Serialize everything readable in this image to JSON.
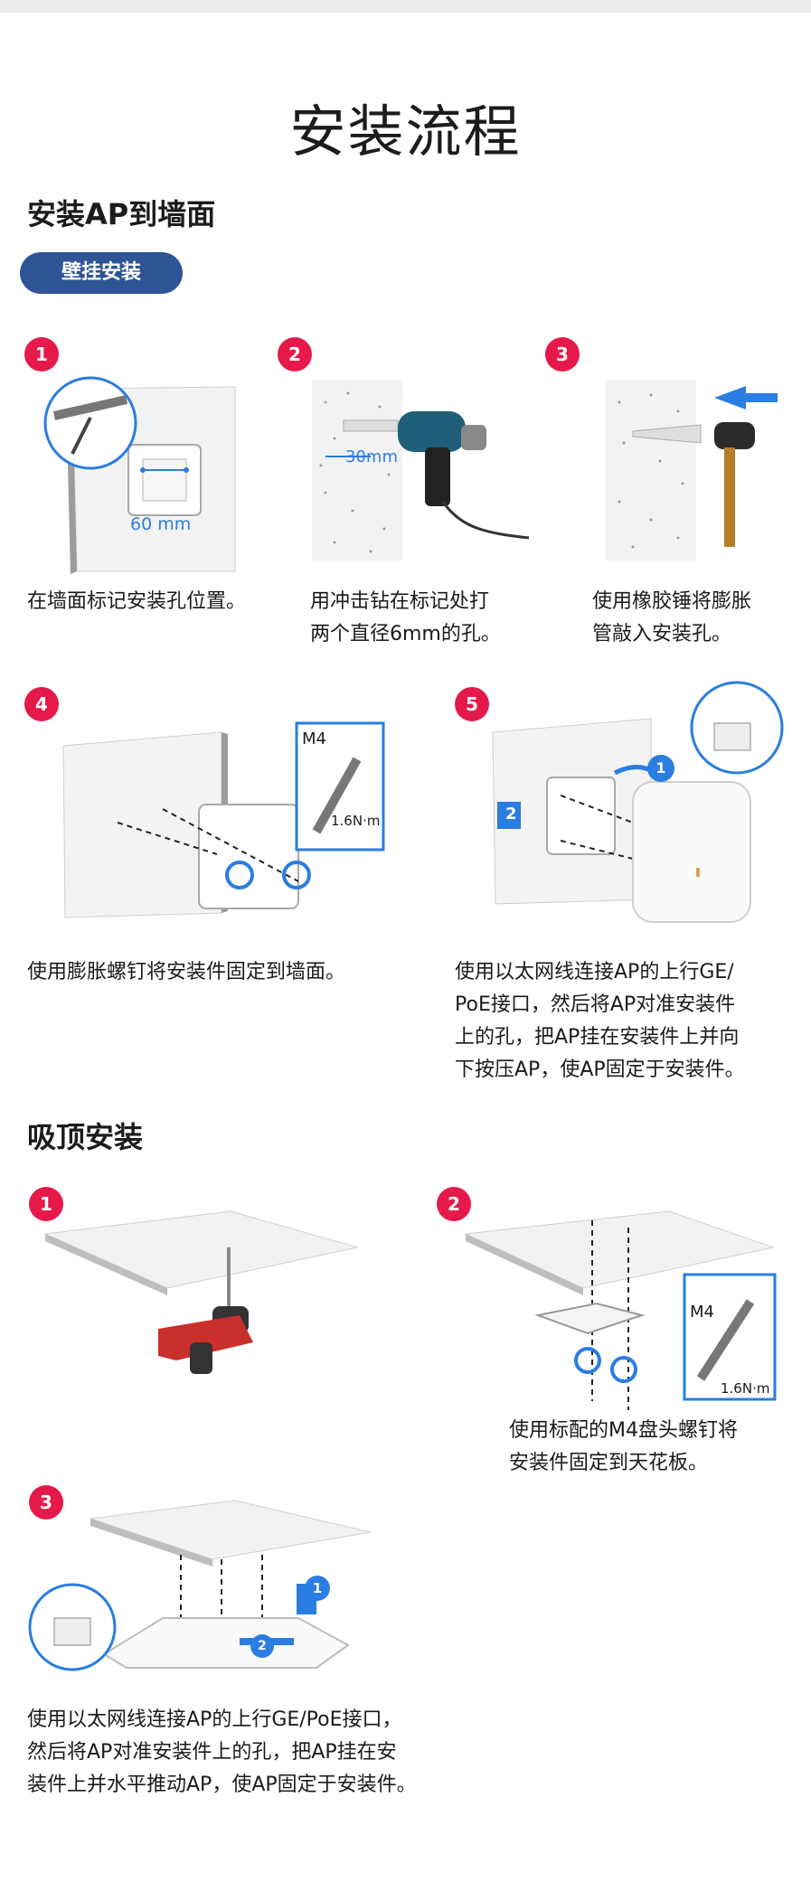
{
  "page": {
    "title": "安装流程"
  },
  "wall_section": {
    "title": "安装AP到墙面",
    "tag": "壁挂安装",
    "steps": [
      {
        "num": "1",
        "caption": "在墙面标记安装孔位置。",
        "label": "60 mm"
      },
      {
        "num": "2",
        "caption_lines": [
          "用冲击钻在标记处打",
          "两个直径6mm的孔。"
        ],
        "label": "30mm"
      },
      {
        "num": "3",
        "caption_lines": [
          "使用橡胶锤将膨胀",
          "管敲入安装孔。"
        ]
      },
      {
        "num": "4",
        "caption": "使用膨胀螺钉将安装件固定到墙面。",
        "inset_screw": "M4",
        "inset_torque": "1.6N·m"
      },
      {
        "num": "5",
        "caption_lines": [
          "使用以太网线连接AP的上行GE/",
          "PoE接口，然后将AP对准安装件",
          "上的孔，把AP挂在安装件上并向",
          "下按压AP，使AP固定于安装件。"
        ],
        "arrow_1": "1",
        "arrow_2": "2"
      }
    ]
  },
  "ceiling_section": {
    "title": "吸顶安装",
    "steps": [
      {
        "num": "1"
      },
      {
        "num": "2",
        "caption_lines": [
          "使用标配的M4盘头螺钉将",
          "安装件固定到天花板。"
        ],
        "inset_screw": "M4",
        "inset_torque": "1.6N·m"
      },
      {
        "num": "3",
        "caption_lines": [
          "使用以太网线连接AP的上行GE/PoE接口，",
          "然后将AP对准安装件上的孔，把AP挂在安",
          "装件上并水平推动AP，使AP固定于安装件。"
        ],
        "arrow_1": "1",
        "arrow_2": "2"
      }
    ]
  },
  "colors": {
    "badge": "#e6194b",
    "pill": "#2f5597",
    "accent_blue": "#2a7de1"
  }
}
